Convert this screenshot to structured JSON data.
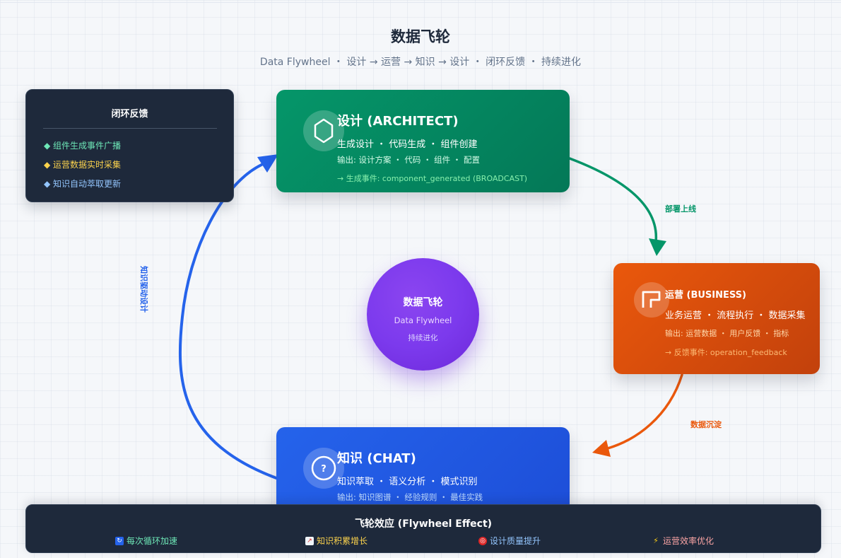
{
  "header": {
    "title": "数据飞轮",
    "subtitle": "Data Flywheel ・ 设计 → 运营 → 知识 → 设计 ・ 闭环反馈 ・ 持续进化"
  },
  "feedback_panel": {
    "title": "闭环反馈",
    "items": [
      {
        "text": "◆ 组件生成事件广播",
        "color": "#6ee7b7"
      },
      {
        "text": "◆ 运营数据实时采集",
        "color": "#fcd34d"
      },
      {
        "text": "◆ 知识自动萃取更新",
        "color": "#93c5fd"
      }
    ]
  },
  "cards": {
    "design": {
      "title": "设计 (ARCHITECT)",
      "line1": "生成设计 ・ 代码生成 ・ 组件创建",
      "line2": "输出: 设计方案 ・ 代码 ・ 组件 ・ 配置",
      "line3": "→ 生成事件: component_generated (BROADCAST)",
      "icon": "hexagon-icon",
      "color": "#059669"
    },
    "operations": {
      "title": "运营 (BUSINESS)",
      "line1": "业务运营 ・ 流程执行 ・ 数据采集",
      "line2": "输出: 运营数据 ・ 用户反馈 ・ 指标",
      "line3": "→ 反馈事件: operation_feedback",
      "icon": "flow-icon",
      "color": "#ea580c"
    },
    "knowledge": {
      "title": "知识 (CHAT)",
      "line1": "知识萃取 ・ 语义分析 ・ 模式识别",
      "line2": "输出: 知识图谱 ・ 经验规则 ・ 最佳实践",
      "icon": "question-icon",
      "color": "#2563eb"
    }
  },
  "center": {
    "title": "数据飞轮",
    "subtitle": "Data Flywheel",
    "caption": "持续进化",
    "color": "#7c3aed"
  },
  "arrows": {
    "deploy": {
      "label": "部署上线",
      "color": "#059669"
    },
    "settle": {
      "label": "数据沉淀",
      "color": "#ea580c"
    },
    "drive": {
      "label": "知识驱动设计",
      "color": "#2563eb"
    }
  },
  "effect_bar": {
    "title": "飞轮效应 (Flywheel Effect)",
    "items": [
      {
        "icon": "cycle-icon",
        "symbol": "🔄",
        "text": "每次循环加速",
        "color": "#6ee7b7"
      },
      {
        "icon": "chart-icon",
        "symbol": "📈",
        "text": "知识积累增长",
        "color": "#fcd34d"
      },
      {
        "icon": "target-icon",
        "symbol": "🎯",
        "text": "设计质量提升",
        "color": "#93c5fd"
      },
      {
        "icon": "lightning-icon",
        "symbol": "⚡",
        "text": "运营效率优化",
        "color": "#fca5a5"
      }
    ]
  }
}
